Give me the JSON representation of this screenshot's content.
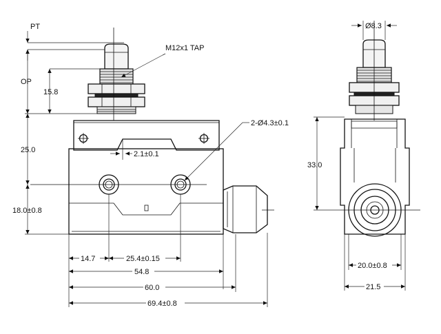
{
  "front_view": {
    "labels": {
      "pt": "PT",
      "op": "OP",
      "thread": "M12x1 TAP",
      "op_len": "15.8",
      "height_25": "25.0",
      "height_18": "18.0±0.8",
      "slot": "2.1±0.1",
      "holes": "2-Ø4.3±0.1",
      "d_14_7": "14.7",
      "d_25_4": "25.4±0.15",
      "d_54_8": "54.8",
      "d_60": "60.0",
      "d_69_4": "69.4±0.8"
    }
  },
  "side_view": {
    "labels": {
      "plunger_dia": "Ø8.3",
      "height_33": "33.0",
      "width_20": "20.0±0.8",
      "width_21_5": "21.5"
    }
  }
}
